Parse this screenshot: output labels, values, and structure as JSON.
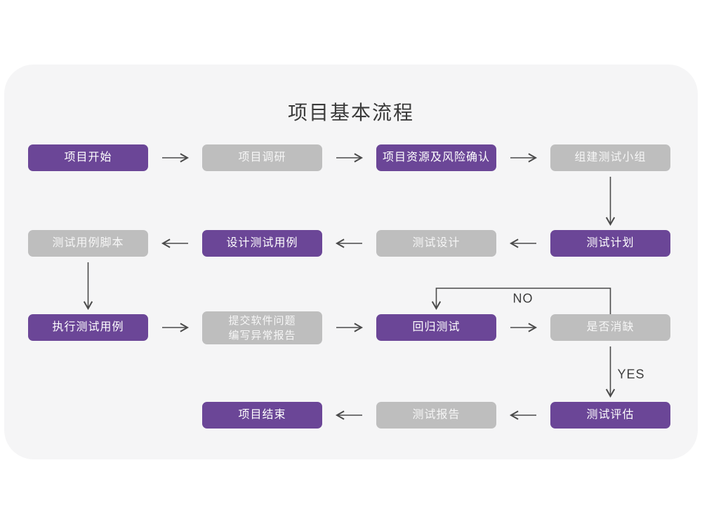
{
  "title": "项目基本流程",
  "branch_labels": {
    "no": "NO",
    "yes": "YES"
  },
  "nodes": {
    "project_start": "项目开始",
    "project_research": "项目调研",
    "resource_risk": "项目资源及风险确认",
    "build_team": "组建测试小组",
    "case_scripts": "测试用例脚本",
    "design_cases": "设计测试用例",
    "test_design": "测试设计",
    "test_plan": "测试计划",
    "execute_cases": "执行测试用例",
    "submit_issues": {
      "line1": "提交软件问题",
      "line2": "编写异常报告"
    },
    "regression_test": "回归测试",
    "defect_cleared": "是否消缺",
    "project_end": "项目结束",
    "test_report": "测试报告",
    "test_evaluation": "测试评估"
  },
  "colors": {
    "accent_purple": "#6b4697",
    "node_gray": "#bebebe",
    "card_background": "#f5f5f6",
    "arrow": "#4a4a4a",
    "title_text": "#3a3a3a"
  }
}
